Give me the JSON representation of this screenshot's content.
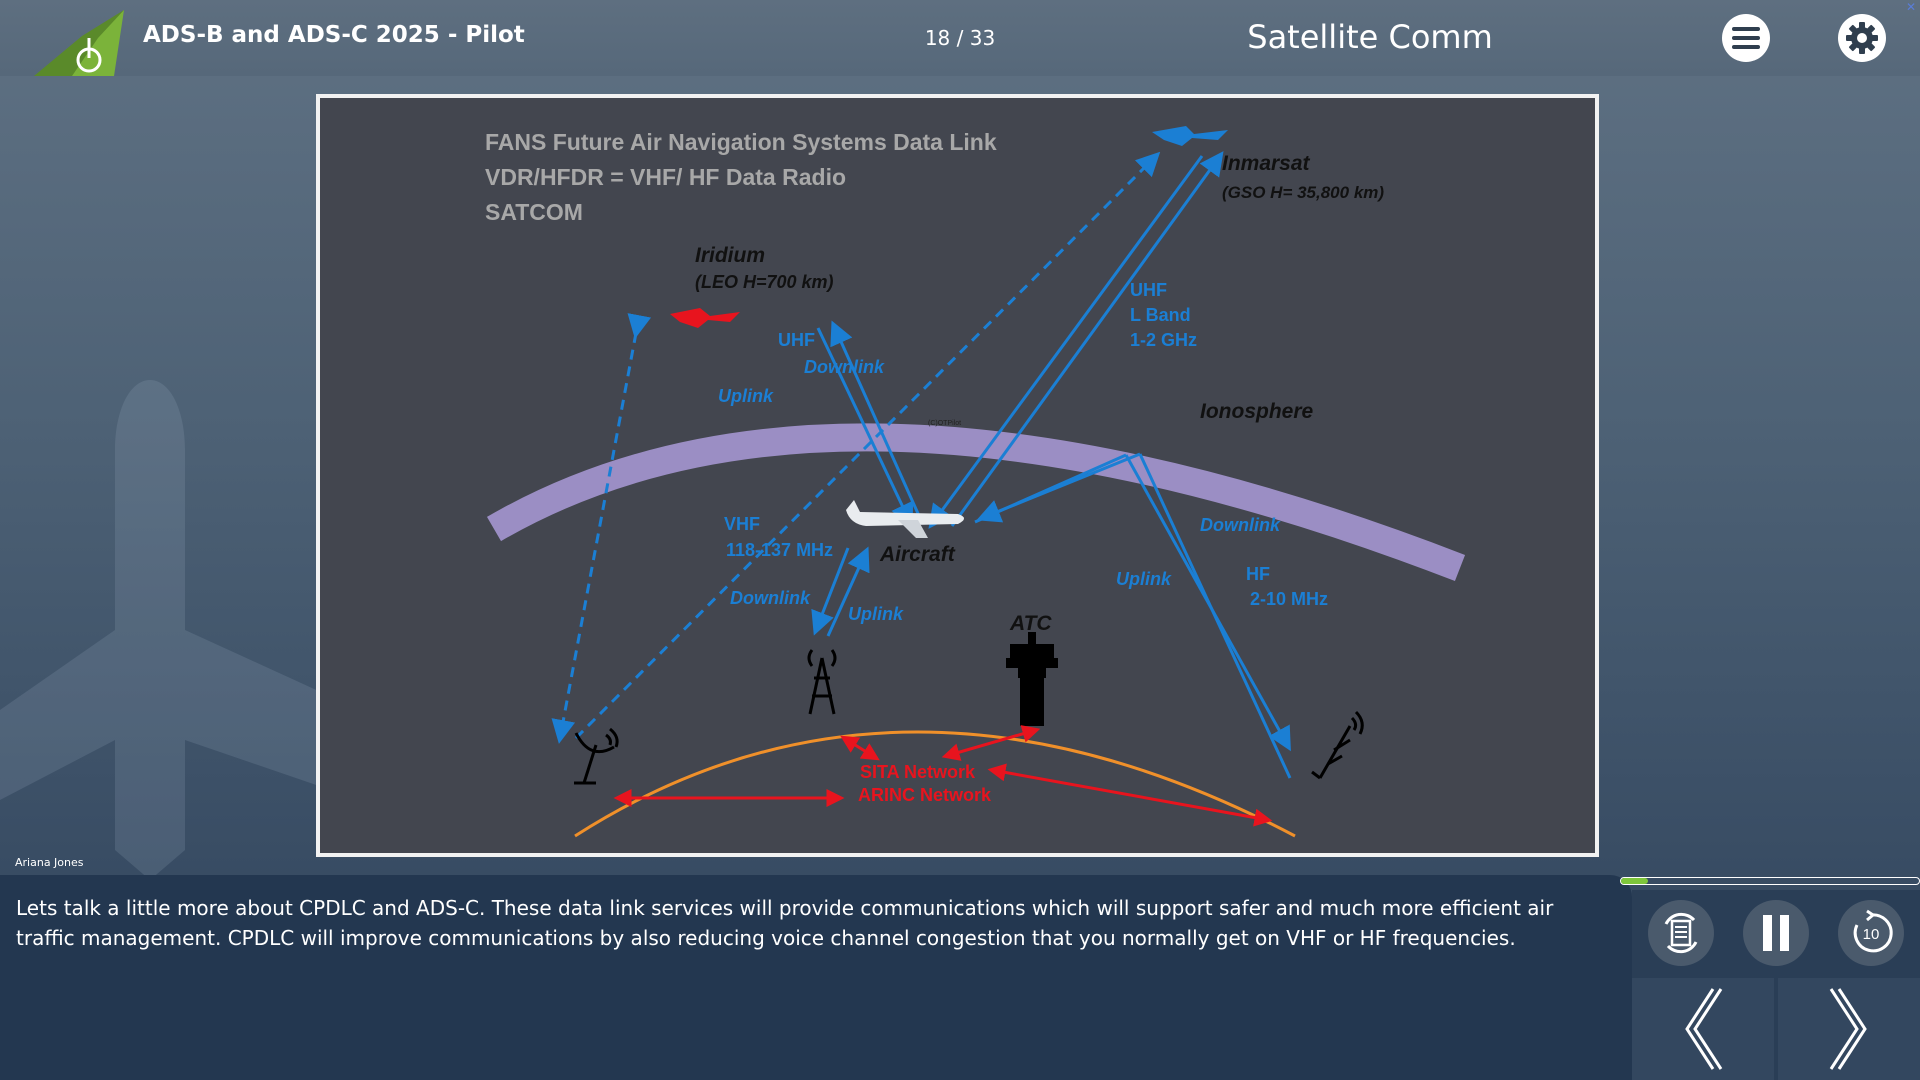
{
  "header": {
    "course_title": "ADS-B and ADS-C 2025 - Pilot",
    "page_counter": "18 / 33",
    "section_title": "Satellite Comm"
  },
  "slide": {
    "title_lines": [
      "FANS Future Air Navigation Systems Data Link",
      "VDR/HFDR = VHF/ HF Data Radio",
      "SATCOM"
    ],
    "iridium": {
      "name": "Iridium",
      "detail": "(LEO H=700 km)"
    },
    "inmarsat": {
      "name": "Inmarsat",
      "detail": "(GSO H= 35,800 km)"
    },
    "uhf_label": "UHF",
    "downlink_label": "Downlink",
    "uplink_label": "Uplink",
    "lband_lines": [
      "UHF",
      "L Band",
      "1-2 GHz"
    ],
    "ionosphere": "Ionosphere",
    "copyright": "(C)OTPilot",
    "vhf_lines": [
      "VHF",
      "118-137 MHz"
    ],
    "aircraft": "Aircraft",
    "vhf_downlink": "Downlink",
    "vhf_uplink": "Uplink",
    "atc": "ATC",
    "hf_uplink": "Uplink",
    "hf_downlink": "Downlink",
    "hf_lines": [
      "HF",
      "2-10 MHz"
    ],
    "network_lines": [
      "SITA Network",
      "ARINC Network"
    ]
  },
  "presenter": "Ariana Jones",
  "transcript": "Lets talk a little more about CPDLC and ADS-C. These data link services will provide communications which will support safer and much more efficient air traffic management. CPDLC will improve communications by also reducing voice channel congestion that you normally get on VHF or HF frequencies.",
  "progress": 0.09,
  "controls": {
    "replay_seconds": "10"
  },
  "colors": {
    "accent_green": "#7ec63b",
    "diagram_blue": "#1b7fd4",
    "network_red": "#e8141e",
    "ionosphere": "#9b8ec4",
    "ground_orange": "#f0902a"
  }
}
